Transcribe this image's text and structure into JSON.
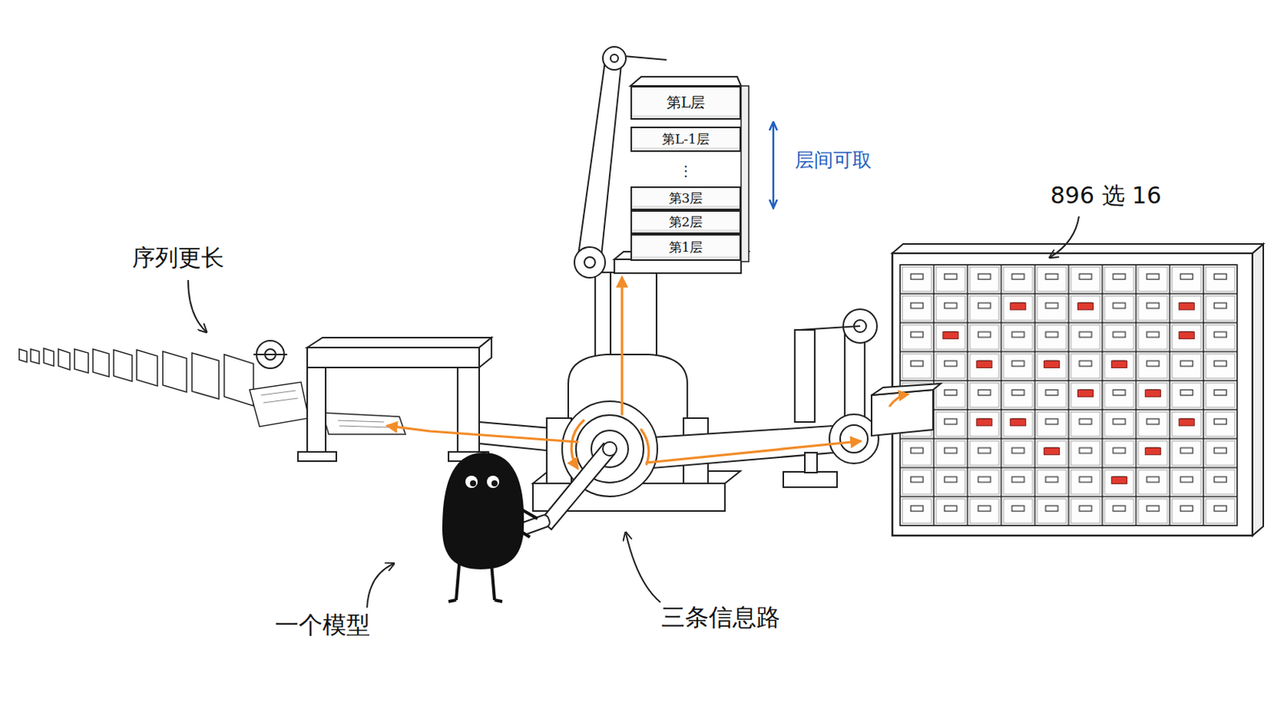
{
  "diagram": {
    "nodes": [
      {
        "text": [
          "第L层"
        ]
      },
      {
        "text": [
          "第L-1层"
        ]
      },
      {
        "text": [
          "第3层"
        ]
      },
      {
        "text": [
          "第2层"
        ]
      },
      {
        "text": [
          "第1层"
        ]
      }
    ],
    "labels": [
      "层间可取",
      "896 选 16",
      "序列更长",
      "⋮",
      "一个模型",
      "三条信息路"
    ]
  }
}
